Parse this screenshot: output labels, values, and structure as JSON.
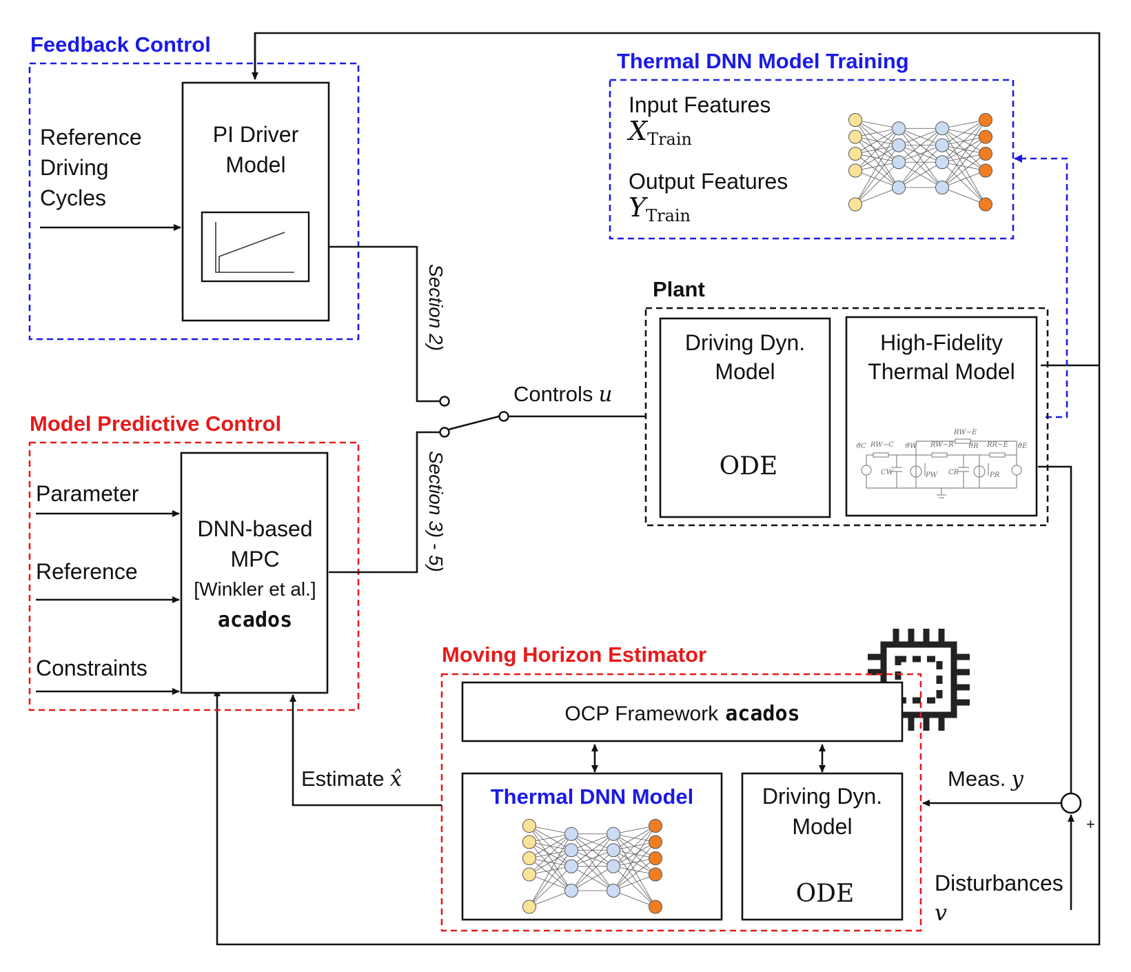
{
  "feedback": {
    "title": "Feedback Control",
    "input": [
      "Reference",
      "Driving",
      "Cycles"
    ],
    "block": [
      "PI Driver",
      "Model"
    ]
  },
  "mpc": {
    "title": "Model Predictive Control",
    "inputs": [
      "Parameter",
      "Reference",
      "Constraints"
    ],
    "block": [
      "DNN-based",
      "MPC",
      "[Winkler et al.]",
      "acados"
    ]
  },
  "switch": {
    "section_upper": "Section 2)",
    "section_lower": "Section 3) - 5)",
    "controls": "Controls",
    "controls_sym": "u"
  },
  "training": {
    "title": "Thermal DNN Model Training",
    "input_features": "Input Features",
    "x_sym": "X",
    "x_sub": "Train",
    "output_features": "Output Features",
    "y_sym": "Y",
    "y_sub": "Train"
  },
  "plant": {
    "title": "Plant",
    "driving": [
      "Driving Dyn.",
      "Model"
    ],
    "driving_ode": "ODE",
    "thermal": [
      "High-Fidelity",
      "Thermal Model"
    ],
    "circuit_labels": [
      "ϑC",
      "RW−C",
      "ϑW",
      "RW−R",
      "RW−E",
      "ϑR",
      "RR−E",
      "ϑE",
      "CW",
      "PW",
      "CR",
      "PR"
    ]
  },
  "mhe": {
    "title": "Moving Horizon Estimator",
    "framework": "OCP Framework",
    "framework_code": "acados",
    "dnn_model": "Thermal DNN Model",
    "driving": [
      "Driving Dyn.",
      "Model"
    ],
    "driving_ode": "ODE"
  },
  "signals": {
    "estimate": "Estimate",
    "estimate_sym": "x̂",
    "meas": "Meas.",
    "meas_sym": "y",
    "disturbances": "Disturbances",
    "disturbances_sym": "v",
    "plus": "+"
  },
  "colors": {
    "blue": "#1a1ae6",
    "red": "#e61a1a",
    "nn_input": "#fbe39a",
    "nn_hidden": "#c9dcf3",
    "nn_output": "#f07d22"
  }
}
